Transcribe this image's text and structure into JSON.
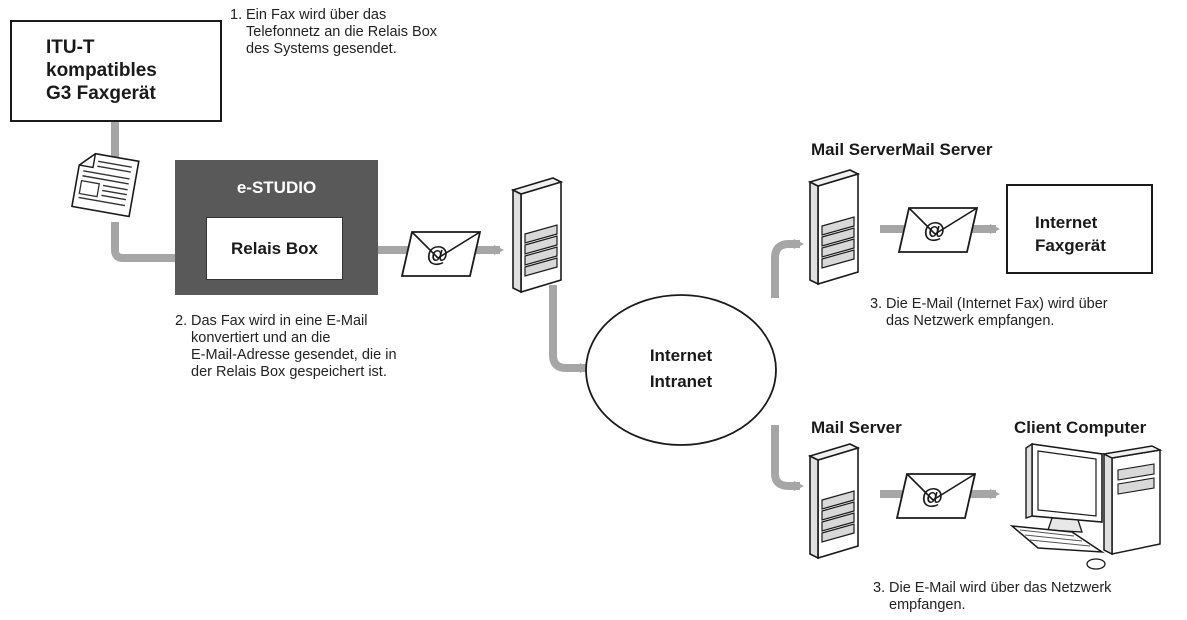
{
  "fax_device": {
    "line1": "ITU-T",
    "line2": "kompatibles",
    "line3": "G3 Faxgerät"
  },
  "step1": {
    "num": "1.",
    "lines": [
      "Ein Fax wird über das",
      "Telefonnetz an die Relais Box",
      "des Systems gesendet."
    ]
  },
  "estudio": {
    "title": "e-STUDIO",
    "relay_box": "Relais Box"
  },
  "step2": {
    "num": "2.",
    "lines": [
      "Das Fax wird in eine E-Mail",
      "konvertiert und an die",
      "E-Mail-Adresse gesendet, die in",
      "der Relais Box gespeichert ist."
    ]
  },
  "network": {
    "line1": "Internet",
    "line2": "Intranet"
  },
  "mail_server_top": {
    "label": "Mail ServerMail Server"
  },
  "internet_fax": {
    "line1": "Internet",
    "line2": "Faxgerät"
  },
  "step3a": {
    "num": "3.",
    "lines": [
      "Die E-Mail (Internet Fax) wird über",
      "das Netzwerk empfangen."
    ]
  },
  "mail_server_bottom": {
    "label": "Mail Server"
  },
  "client_computer": {
    "label": "Client Computer"
  },
  "step3b": {
    "num": "3.",
    "lines": [
      "Die E-Mail wird über das Netzwerk",
      "empfangen."
    ]
  },
  "email_icon": {
    "glyph": "@"
  },
  "colors": {
    "arrow": "#a6a6a6",
    "estudio_bg": "#595959",
    "server_fill": "#f2f2f2",
    "line": "#1a1a1a"
  }
}
